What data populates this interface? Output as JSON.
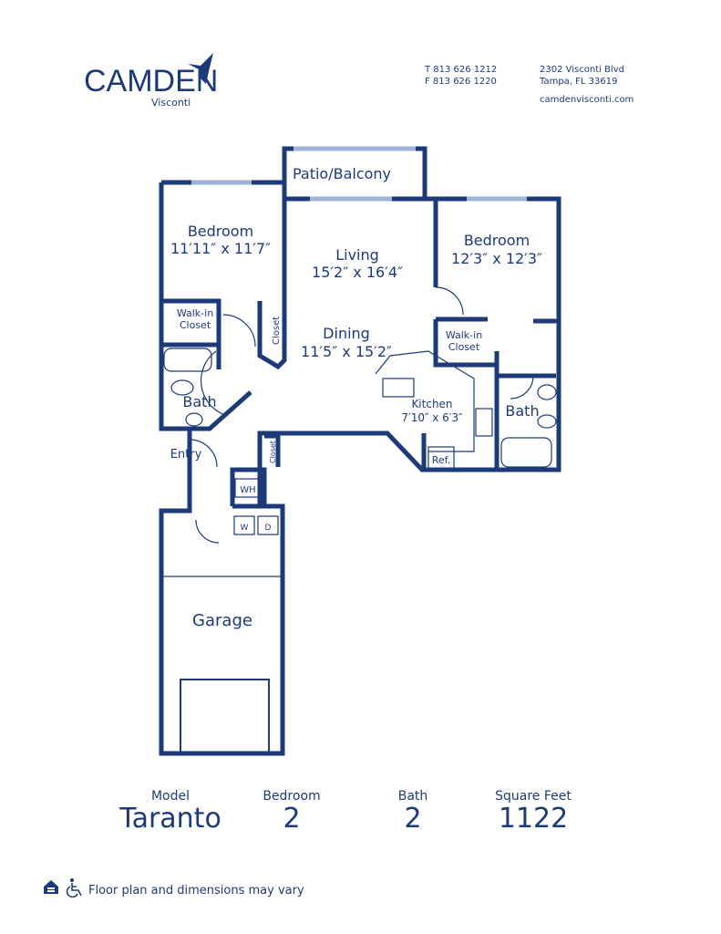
{
  "brand": {
    "name": "CAMDEN",
    "community": "Visconti"
  },
  "contact": {
    "phone": "T 813 626 1212",
    "fax": "F 813 626 1220",
    "address_line1": "2302 Visconti Blvd",
    "address_line2": "Tampa, FL 33619",
    "website": "camdenvisconti.com"
  },
  "rooms": {
    "patio": "Patio/Balcony",
    "bedroom1": {
      "name": "Bedroom",
      "dims": "11′11″ x 11′7″"
    },
    "living": {
      "name": "Living",
      "dims": "15′2″ x 16′4″"
    },
    "bedroom2": {
      "name": "Bedroom",
      "dims": "12′3″ x 12′3″"
    },
    "dining": {
      "name": "Dining",
      "dims": "11′5″ x 15′2″"
    },
    "kitchen": {
      "name": "Kitchen",
      "dims": "7′10″ x 6′3″"
    },
    "walkin1": [
      "Walk-in",
      "Closet"
    ],
    "walkin2": [
      "Walk-in",
      "Closet"
    ],
    "closet": "Closet",
    "bath": "Bath",
    "entry": "Entry",
    "garage": "Garage",
    "ref": "Ref.",
    "wh": "WH",
    "washer": "W",
    "dryer": "D"
  },
  "summary": [
    {
      "label": "Model",
      "value": "Taranto"
    },
    {
      "label": "Bedroom",
      "value": "2"
    },
    {
      "label": "Bath",
      "value": "2"
    },
    {
      "label": "Square Feet",
      "value": "1122"
    }
  ],
  "footer": {
    "disclaimer": "Floor plan and dimensions may vary",
    "icons": [
      "equal-housing-icon",
      "wheelchair-icon"
    ]
  },
  "colors": {
    "primary": "#1d3a78",
    "window": "#9fb2d4"
  }
}
